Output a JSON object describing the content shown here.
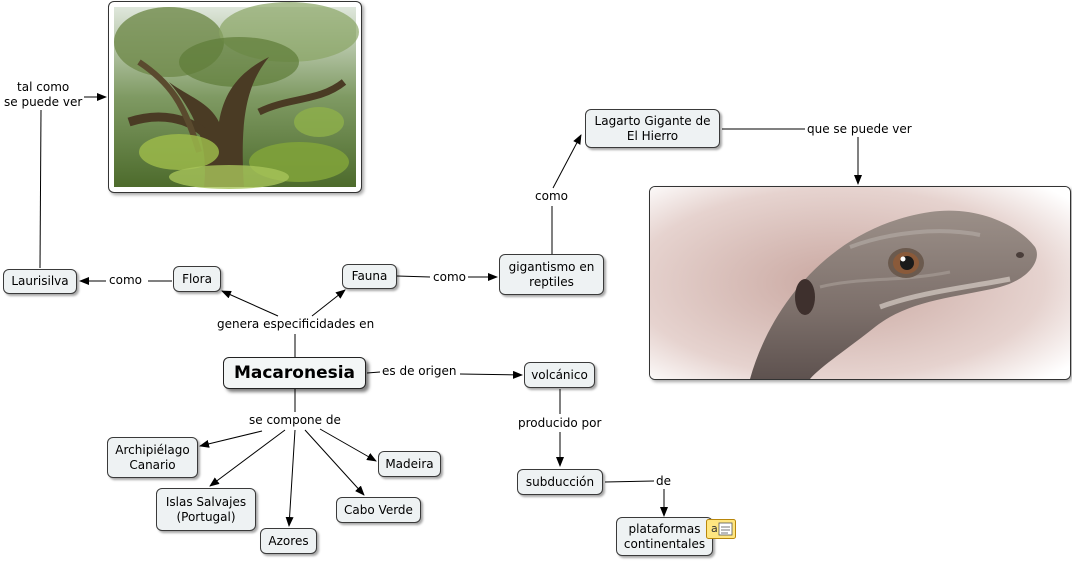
{
  "nodes": {
    "macaronesia": "Macaronesia",
    "flora": "Flora",
    "fauna": "Fauna",
    "laurisilva": "Laurisilva",
    "gigantismo": "gigantismo en\nreptiles",
    "lagarto": "Lagarto Gigante de\nEl Hierro",
    "volcanico": "volcánico",
    "subduccion": "subducción",
    "plataformas": "plataformas\ncontinentales",
    "canario": "Archipiélago\nCanario",
    "salvajes": "Islas Salvajes\n(Portugal)",
    "azores": "Azores",
    "cabo_verde": "Cabo Verde",
    "madeira": "Madeira"
  },
  "links": {
    "tal_como": "tal como\nse puede ver",
    "como_flora": "como",
    "genera": "genera especificidades en",
    "como_fauna": "como",
    "como_gig": "como",
    "que_se": "que se puede ver",
    "es_origen": "es de origen",
    "producido": "producido por",
    "de": "de",
    "se_compone": "se compone de"
  },
  "images": {
    "forest": "laurisilva-forest-photo",
    "lizard": "lagarto-gigante-photo"
  },
  "colors": {
    "node_fill": "#eef2f3",
    "node_border": "#3a3a3a",
    "line": "#000000"
  }
}
